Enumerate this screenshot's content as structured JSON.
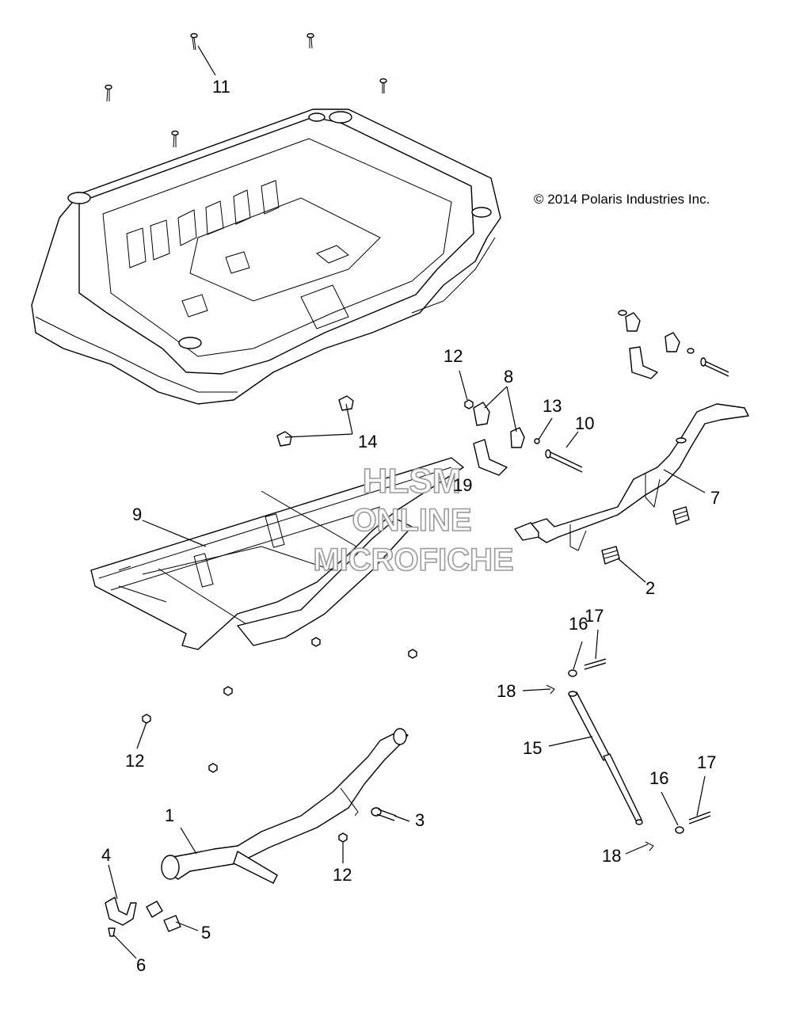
{
  "copyright": "© 2014 Polaris Industries Inc.",
  "watermark": [
    "HLSM",
    "ONLINE",
    "MICROFICHE"
  ],
  "callouts": [
    {
      "id": "c1",
      "label": "1"
    },
    {
      "id": "c2",
      "label": "2"
    },
    {
      "id": "c3",
      "label": "3"
    },
    {
      "id": "c4",
      "label": "4"
    },
    {
      "id": "c5",
      "label": "5"
    },
    {
      "id": "c6",
      "label": "6"
    },
    {
      "id": "c7",
      "label": "7"
    },
    {
      "id": "c8",
      "label": "8"
    },
    {
      "id": "c9",
      "label": "9"
    },
    {
      "id": "c10",
      "label": "10"
    },
    {
      "id": "c11",
      "label": "11"
    },
    {
      "id": "c12a",
      "label": "12"
    },
    {
      "id": "c12b",
      "label": "12"
    },
    {
      "id": "c12c",
      "label": "12"
    },
    {
      "id": "c13",
      "label": "13"
    },
    {
      "id": "c14",
      "label": "14"
    },
    {
      "id": "c15",
      "label": "15"
    },
    {
      "id": "c16a",
      "label": "16"
    },
    {
      "id": "c16b",
      "label": "16"
    },
    {
      "id": "c17a",
      "label": "17"
    },
    {
      "id": "c17b",
      "label": "17"
    },
    {
      "id": "c18a",
      "label": "18"
    },
    {
      "id": "c18b",
      "label": "18"
    },
    {
      "id": "c19",
      "label": "19"
    }
  ]
}
